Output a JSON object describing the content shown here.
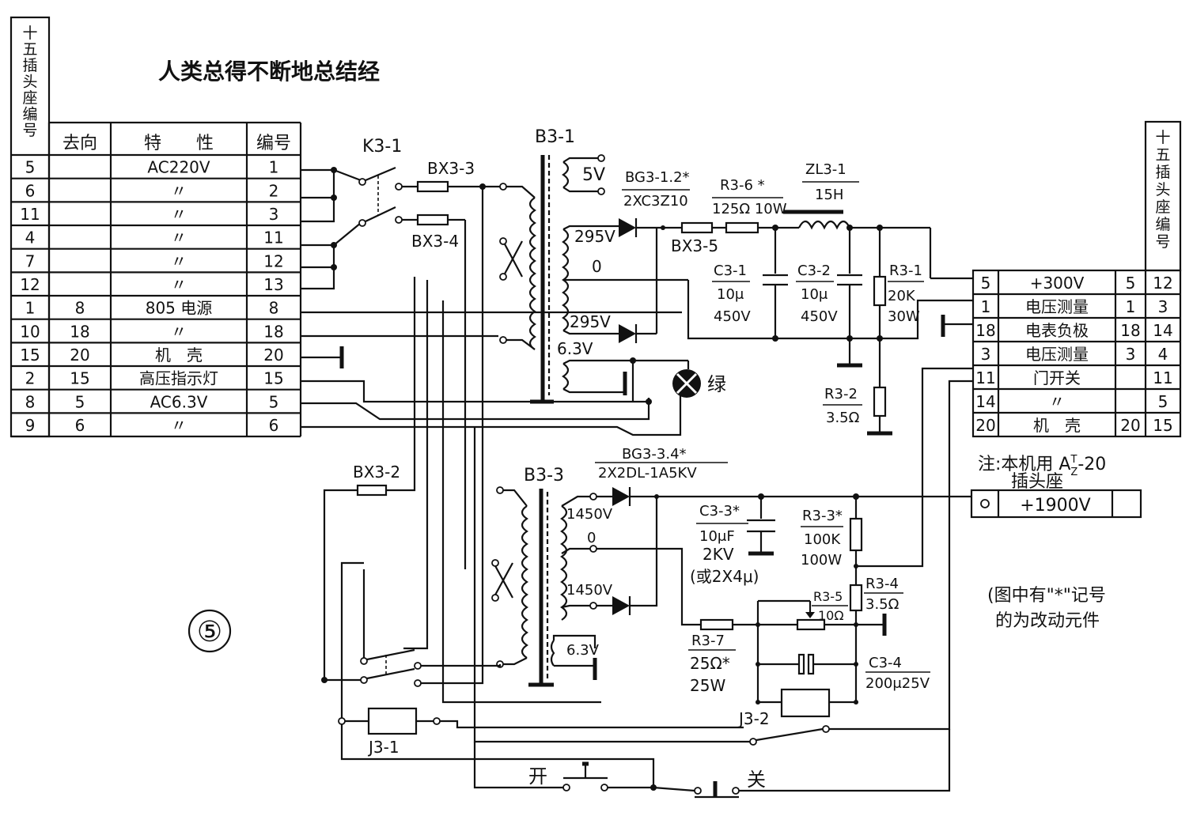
{
  "title": "人类总得不断地总结经",
  "figure_number": "⑤",
  "left_connector": {
    "header_vertical": [
      "十",
      "五",
      "插",
      "头",
      "座",
      "编",
      "号"
    ],
    "col_dir": "去向",
    "col_char": "特　　性",
    "col_num": "编号",
    "rows": [
      {
        "pin": "5",
        "dir": "",
        "char": "AC220V",
        "num": "1"
      },
      {
        "pin": "6",
        "dir": "",
        "char": "〃",
        "num": "2"
      },
      {
        "pin": "11",
        "dir": "",
        "char": "〃",
        "num": "3"
      },
      {
        "pin": "4",
        "dir": "",
        "char": "〃",
        "num": "11"
      },
      {
        "pin": "7",
        "dir": "",
        "char": "〃",
        "num": "12"
      },
      {
        "pin": "12",
        "dir": "",
        "char": "〃",
        "num": "13"
      },
      {
        "pin": "1",
        "dir": "8",
        "char": "805 电源",
        "num": "8"
      },
      {
        "pin": "10",
        "dir": "18",
        "char": "〃",
        "num": "18"
      },
      {
        "pin": "15",
        "dir": "20",
        "char": "机　壳",
        "num": "20"
      },
      {
        "pin": "2",
        "dir": "15",
        "char": "高压指示灯",
        "num": "15"
      },
      {
        "pin": "8",
        "dir": "5",
        "char": "AC6.3V",
        "num": "5"
      },
      {
        "pin": "9",
        "dir": "6",
        "char": "〃",
        "num": "6"
      }
    ]
  },
  "right_connector": {
    "header_vertical": [
      "十",
      "五",
      "插",
      "头",
      "座",
      "编",
      "号"
    ],
    "rows": [
      {
        "pin": "5",
        "char": "+300V",
        "a": "5",
        "b": "12"
      },
      {
        "pin": "1",
        "char": "电压测量",
        "a": "1",
        "b": "3"
      },
      {
        "pin": "18",
        "char": "电表负极",
        "a": "18",
        "b": "14"
      },
      {
        "pin": "3",
        "char": "电压测量",
        "a": "3",
        "b": "4"
      },
      {
        "pin": "11",
        "char": "门开关",
        "a": "",
        "b": "11"
      },
      {
        "pin": "14",
        "char": "〃",
        "a": "",
        "b": "5"
      },
      {
        "pin": "20",
        "char": "机　壳",
        "a": "20",
        "b": "15"
      }
    ],
    "hv_label": "+1900V"
  },
  "notes": {
    "socket_line1": "注:本机用 A",
    "socket_sup": "T",
    "socket_sub": "Z",
    "socket_tail": "-20",
    "socket_line2": "插头座",
    "modified_line1": "(图中有\"*\"记号",
    "modified_line2": "的为改动元件"
  },
  "components": {
    "k31": "K3-1",
    "bx33": "BX3-3",
    "bx34": "BX3-4",
    "bx35": "BX3-5",
    "bx32": "BX3-2",
    "b31": "B3-1",
    "b33": "B3-3",
    "sec_5v": "5V",
    "sec_295a": "295V",
    "sec_0a": "0",
    "sec_295b": "295V",
    "sec_63a": "6.3V",
    "bg312_name": "BG3-1.2*",
    "bg312_type": "2XC3Z10",
    "r36_name": "R3-6 *",
    "r36_val": "125Ω 10W",
    "zl31_name": "ZL3-1",
    "zl31_val": "15H",
    "c31_name": "C3-1",
    "c31_v1": "10μ",
    "c31_v2": "450V",
    "c32_name": "C3-2",
    "c32_v1": "10μ",
    "c32_v2": "450V",
    "r31_name": "R3-1",
    "r31_v1": "20K",
    "r31_v2": "30W",
    "r32_name": "R3-2",
    "r32_val": "3.5Ω",
    "lamp_label": "绿",
    "bg334_name": "BG3-3.4*",
    "bg334_type": "2X2DL-1A5KV",
    "sec_1450a": "1450V",
    "sec_0b": "0",
    "sec_1450b": "1450V",
    "sec_63b": "6.3V",
    "c33_name": "C3-3*",
    "c33_v1": "10μF",
    "c33_v2": "2KV",
    "c33_v3": "(或2X4μ)",
    "r33_name": "R3-3*",
    "r33_v1": "100K",
    "r33_v2": "100W",
    "r34_name": "R3-4",
    "r34_val": "3.5Ω",
    "r35_name": "R3-5",
    "r35_val": "10Ω",
    "r37_name": "R3-7",
    "r37_v1": "25Ω*",
    "r37_v2": "25W",
    "c34_name": "C3-4",
    "c34_val": "200μ25V",
    "j31": "J3-1",
    "j32": "J3-2",
    "sw_on": "开",
    "sw_off": "关"
  }
}
